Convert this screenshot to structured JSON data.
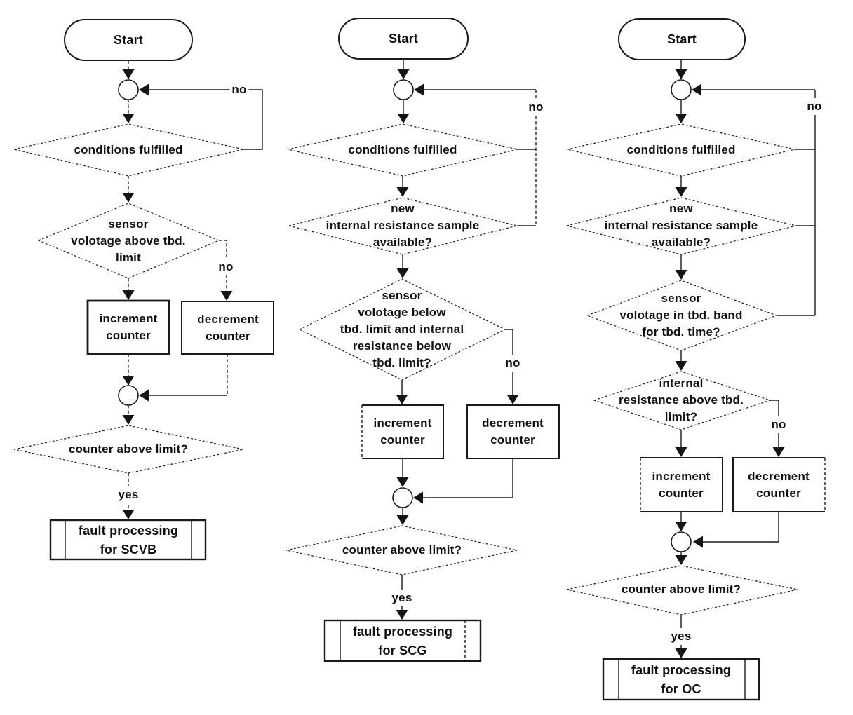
{
  "colors": {
    "background": "#ffffff",
    "line": "#1b1b1b",
    "text": "#101010"
  },
  "flowcharts": {
    "scvb": {
      "start": "Start",
      "conditions": "conditions fulfilled",
      "decision_sensor": "sensor\nvolotage above tbd.\nlimit",
      "increment": "increment\ncounter",
      "decrement": "decrement\ncounter",
      "counter": "counter above limit?",
      "fault": "fault processing\nfor SCVB",
      "no_loop": "no",
      "no_branch": "no",
      "yes": "yes"
    },
    "scg": {
      "start": "Start",
      "conditions": "conditions fulfilled",
      "decision_sample": "new\ninternal resistance sample\navailable?",
      "decision_sensor": "sensor\nvolotage below\ntbd. limit and internal\nresistance below\ntbd. limit?",
      "increment": "increment\ncounter",
      "decrement": "decrement\ncounter",
      "counter": "counter above limit?",
      "fault": "fault processing\nfor SCG",
      "no_loop": "no",
      "no_branch": "no",
      "yes": "yes"
    },
    "oc": {
      "start": "Start",
      "conditions": "conditions fulfilled",
      "decision_sample": "new\ninternal resistance sample\navailable?",
      "decision_band": "sensor\nvolotage in tbd. band\nfor tbd. time?",
      "decision_internal": "internal\nresistance above tbd.\nlimit?",
      "increment": "increment\ncounter",
      "decrement": "decrement\ncounter",
      "counter": "counter above limit?",
      "fault": "fault processing\nfor OC",
      "no_loop": "no",
      "no_branch": "no",
      "yes": "yes"
    }
  }
}
